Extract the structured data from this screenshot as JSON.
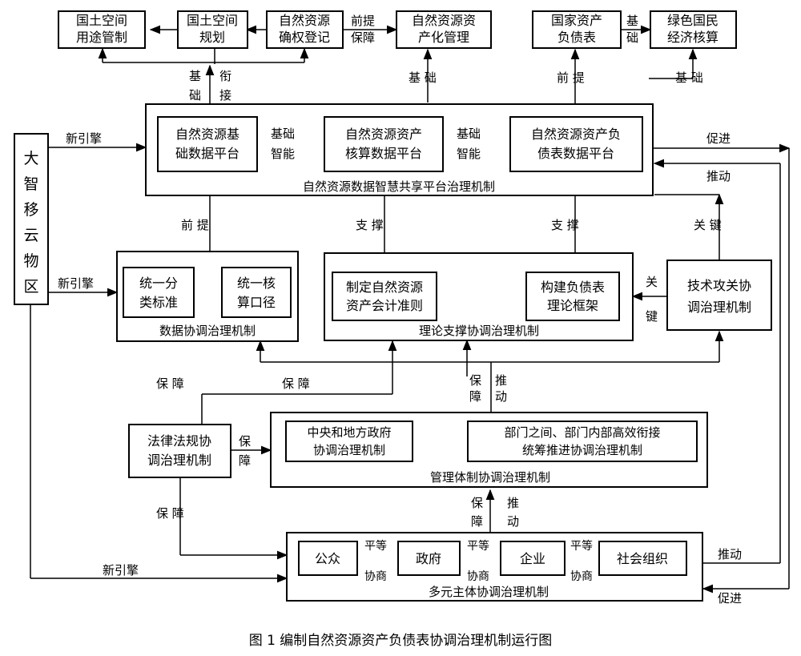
{
  "top": {
    "land_use": [
      "国土空间",
      "用途管制"
    ],
    "land_plan": [
      "国土空间",
      "规划"
    ],
    "rights": [
      "自然资源",
      "确权登记"
    ],
    "asset_mgmt": [
      "自然资源资",
      "产化管理"
    ],
    "balance": [
      "国家资产",
      "负债表"
    ],
    "green_gdp": [
      "绿色国民",
      "经济核算"
    ],
    "lbl_premise_guarantee": [
      "前提",
      "保障"
    ],
    "lbl_basis": [
      "基",
      "础"
    ]
  },
  "left_zone": [
    "大",
    "智",
    "移",
    "云",
    "物",
    "区"
  ],
  "platform": {
    "title": "自然资源数据智慧共享平台治理机制",
    "basic": [
      "自然资源基",
      "础数据平台"
    ],
    "accounting": [
      "自然资源资产",
      "核算数据平台"
    ],
    "liability": [
      "自然资源资产负",
      "债表数据平台"
    ],
    "lbl_basis_smart": [
      "基础",
      "智能"
    ]
  },
  "data_mech": {
    "title": "数据协调治理机制",
    "unify_class": [
      "统一分",
      "类标准"
    ],
    "unify_calc": [
      "统一核",
      "算口径"
    ]
  },
  "theory_mech": {
    "title": "理论支撑协调治理机制",
    "standard": [
      "制定自然资源",
      "资产会计准则"
    ],
    "framework": [
      "构建负债表",
      "理论框架"
    ]
  },
  "tech": [
    "技术攻关协",
    "调治理机制"
  ],
  "law": [
    "法律法规协",
    "调治理机制"
  ],
  "mgmt": {
    "title": "管理体制协调治理机制",
    "central": [
      "中央和地方政府",
      "协调治理机制"
    ],
    "dept": [
      "部门之间、部门内部高效衔接",
      "统筹推进协调治理机制"
    ]
  },
  "multi": {
    "title": "多元主体协调治理机制",
    "public": "公众",
    "gov": "政府",
    "enterprise": "企业",
    "social": "社会组织"
  },
  "labels": {
    "base_v": [
      "基",
      "础"
    ],
    "yan_jie": [
      "衔",
      "接"
    ],
    "basis_h": "基  础",
    "premise_h": "前  提",
    "support_h": "支  撑",
    "key_h": "关  键",
    "key_v": [
      "关",
      "键"
    ],
    "guarantee_h": "保  障",
    "guarantee": [
      "保",
      "障"
    ],
    "push": [
      "推",
      "动"
    ],
    "push_word": "推动",
    "promote_word": "促进",
    "new_engine": "新引擎",
    "equal": "平等",
    "consult": "协商"
  },
  "caption": "图 1    编制自然资源资产负债表协调治理机制运行图"
}
